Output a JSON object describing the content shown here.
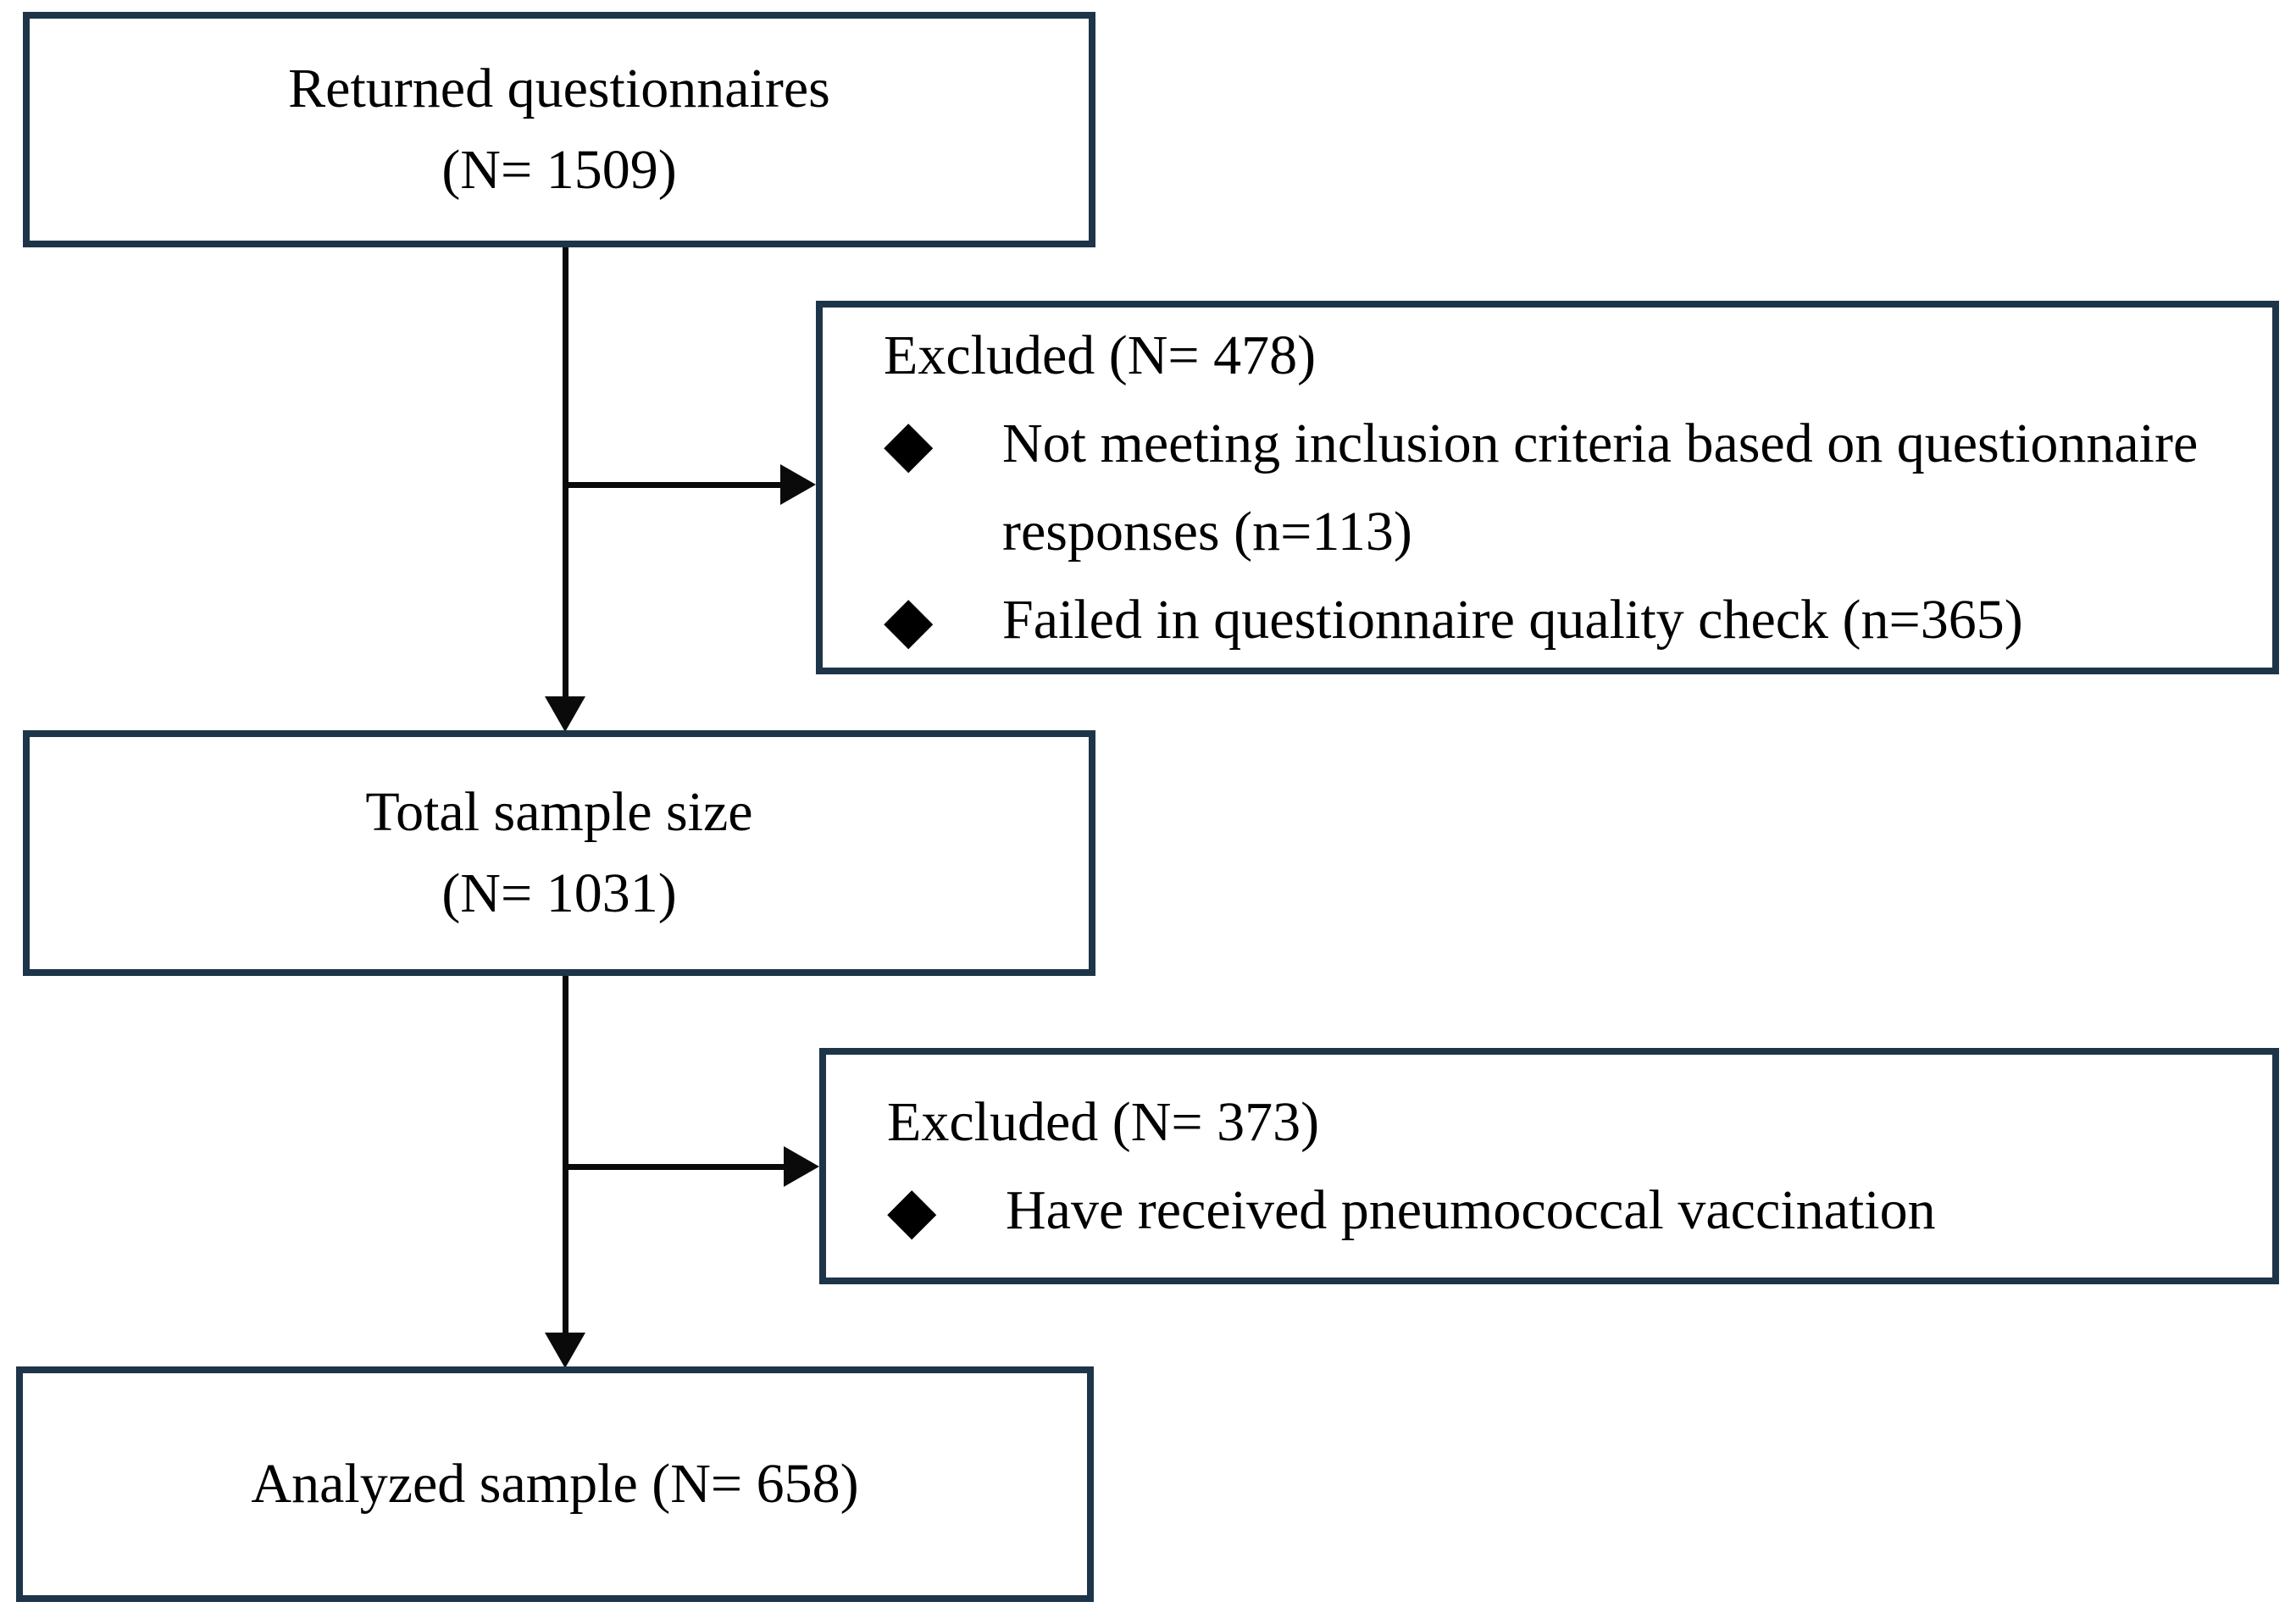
{
  "diagram": {
    "type": "study-flowchart",
    "colors": {
      "box_border": "#1e3449",
      "connector": "#0a0a0a",
      "background": "#ffffff",
      "text": "#000000"
    },
    "bullet_icon": "◆",
    "nodes": {
      "returned": {
        "line1": "Returned questionnaires",
        "line2": "(N= 1509)"
      },
      "excluded1": {
        "title": "Excluded (N= 478)",
        "items": [
          "Not meeting inclusion criteria based on questionnaire responses (n=113)",
          "Failed in questionnaire quality check (n=365)"
        ]
      },
      "total": {
        "line1": "Total sample size",
        "line2": "(N= 1031)"
      },
      "excluded2": {
        "title": "Excluded (N= 373)",
        "items": [
          "Have received pneumococcal vaccination"
        ]
      },
      "analyzed": {
        "label": "Analyzed sample (N= 658)"
      }
    }
  }
}
